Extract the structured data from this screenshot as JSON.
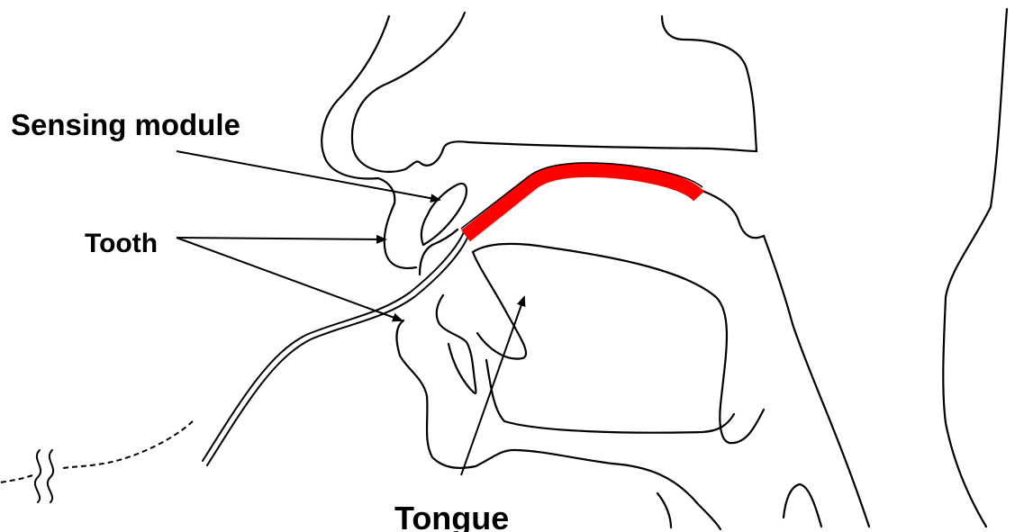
{
  "labels": {
    "sensing_module": "Sensing module",
    "tooth": "Tooth",
    "tongue": "Tongue"
  },
  "colors": {
    "sensor": "#ff0000",
    "line": "#000000",
    "background": "#ffffff"
  },
  "icons": {
    "cable_break": "double-squiggle-break-icon"
  }
}
